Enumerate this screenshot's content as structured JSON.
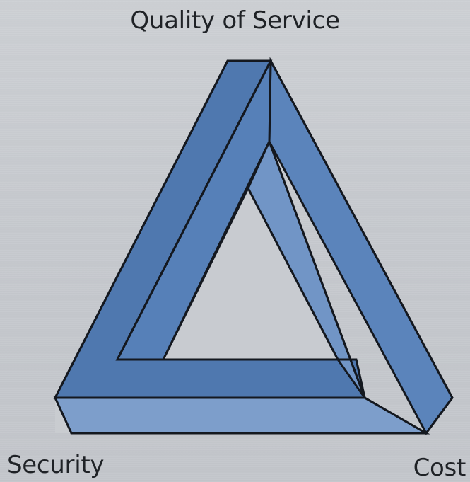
{
  "diagram": {
    "labels": {
      "top": "Quality of Service",
      "left": "Security",
      "right": "Cost"
    },
    "colors": {
      "face_dark": "#4d76ad",
      "face_mid": "#5f87bd",
      "face_light": "#7a9cca",
      "outline": "#14181f",
      "background": "#c9ccd0"
    }
  }
}
